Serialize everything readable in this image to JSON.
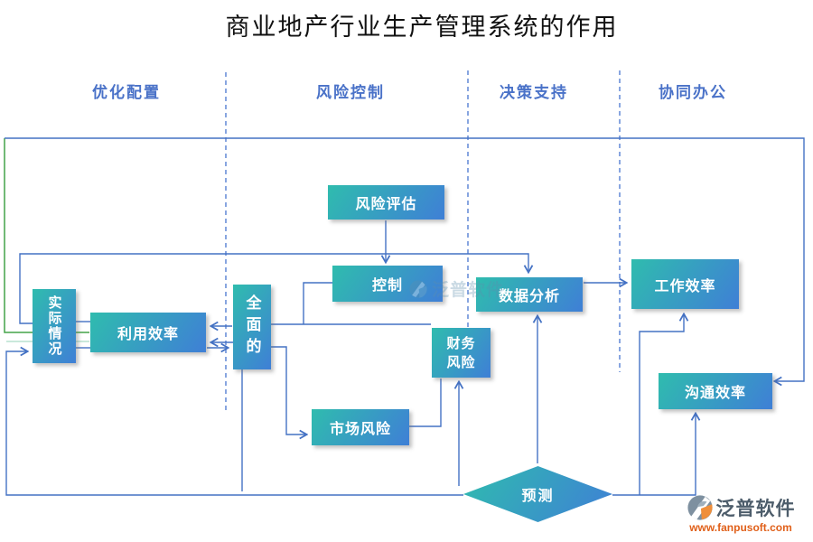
{
  "title": "商业地产行业生产管理系统的作用",
  "lanes": [
    {
      "label": "优化配置"
    },
    {
      "label": "风险控制"
    },
    {
      "label": "决策支持"
    },
    {
      "label": "协同办公"
    }
  ],
  "nodes": {
    "risk_assessment": {
      "label": "风险评估"
    },
    "control": {
      "label": "控制"
    },
    "data_analysis": {
      "label": "数据分析"
    },
    "work_efficiency": {
      "label": "工作效率"
    },
    "actual_situation": {
      "label": "实际情况"
    },
    "utilization_efficiency": {
      "label": "利用效率"
    },
    "comprehensive": {
      "label": "全面的"
    },
    "financial_risk": {
      "label": "财务风险"
    },
    "market_risk": {
      "label": "市场风险"
    },
    "communication_efficiency": {
      "label": "沟通效率"
    },
    "forecast": {
      "label": "预测"
    }
  },
  "watermark": {
    "brand": "泛普软件",
    "url": "www.fanpusoft.com"
  },
  "colors": {
    "node_gradient_start": "#2fbcae",
    "node_gradient_end": "#3f7fd6",
    "connector": "#4472c4",
    "connector_green": "#44a348",
    "connector_pale": "#b9e2cf",
    "lane_header": "#4a72c8",
    "title": "#111111",
    "brand_text": "#4d5d6b",
    "brand_url": "#e0601a"
  }
}
